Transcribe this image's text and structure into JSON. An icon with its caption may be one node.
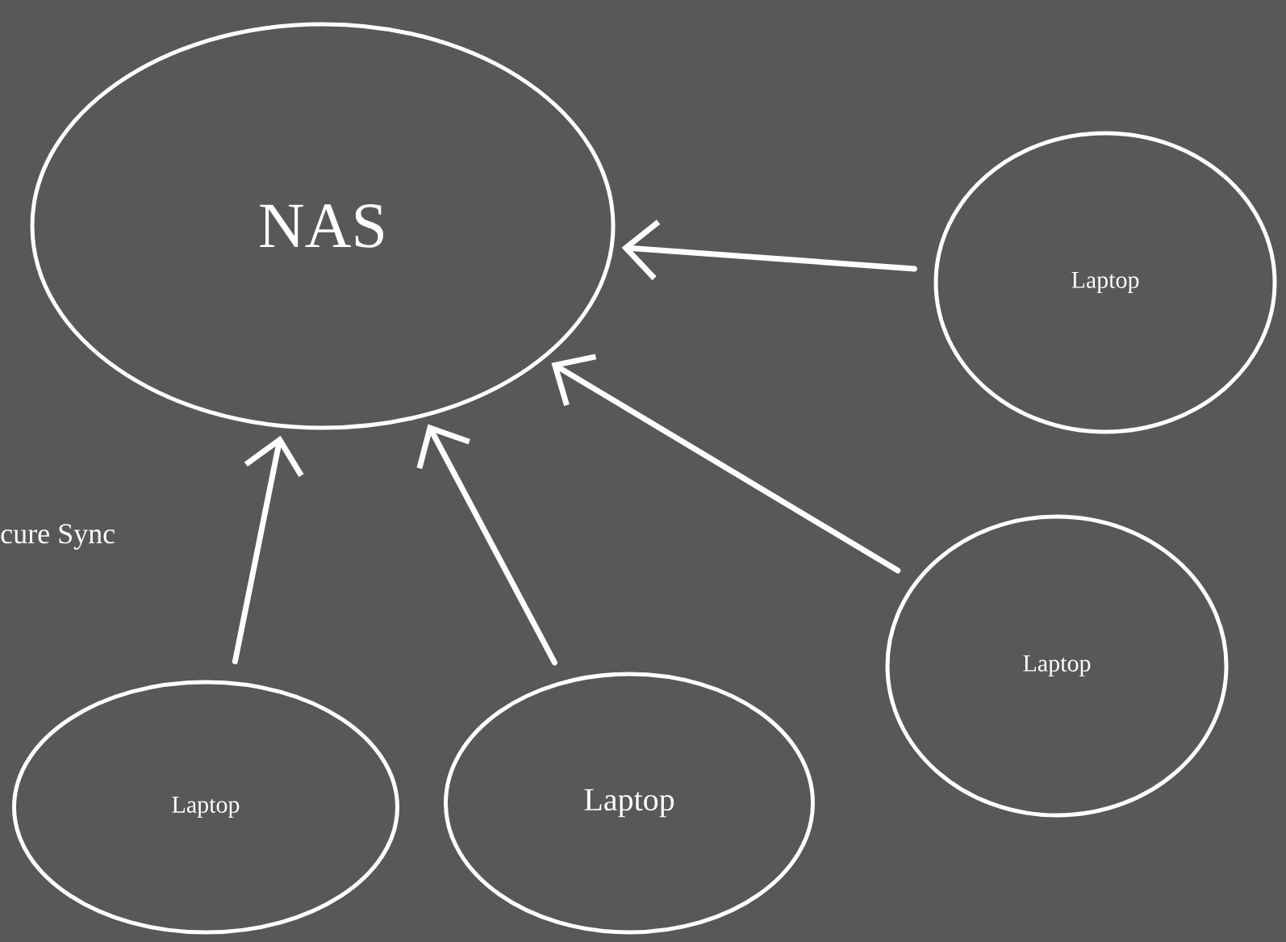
{
  "diagram": {
    "nodes": [
      {
        "text": [
          "NAS"
        ]
      },
      {
        "text": [
          "Laptop"
        ]
      },
      {
        "text": [
          "Laptop"
        ]
      },
      {
        "text": [
          "Laptop"
        ]
      },
      {
        "text": [
          "Laptop"
        ]
      }
    ],
    "edges": [
      {
        "from": 1,
        "to": 0,
        "arrow": "to"
      },
      {
        "from": 4,
        "to": 0,
        "arrow": "to"
      },
      {
        "from": 2,
        "to": 0,
        "arrow": "to"
      },
      {
        "from": 3,
        "to": 0,
        "arrow": "to"
      }
    ],
    "labels": [
      "cure Sync"
    ]
  }
}
